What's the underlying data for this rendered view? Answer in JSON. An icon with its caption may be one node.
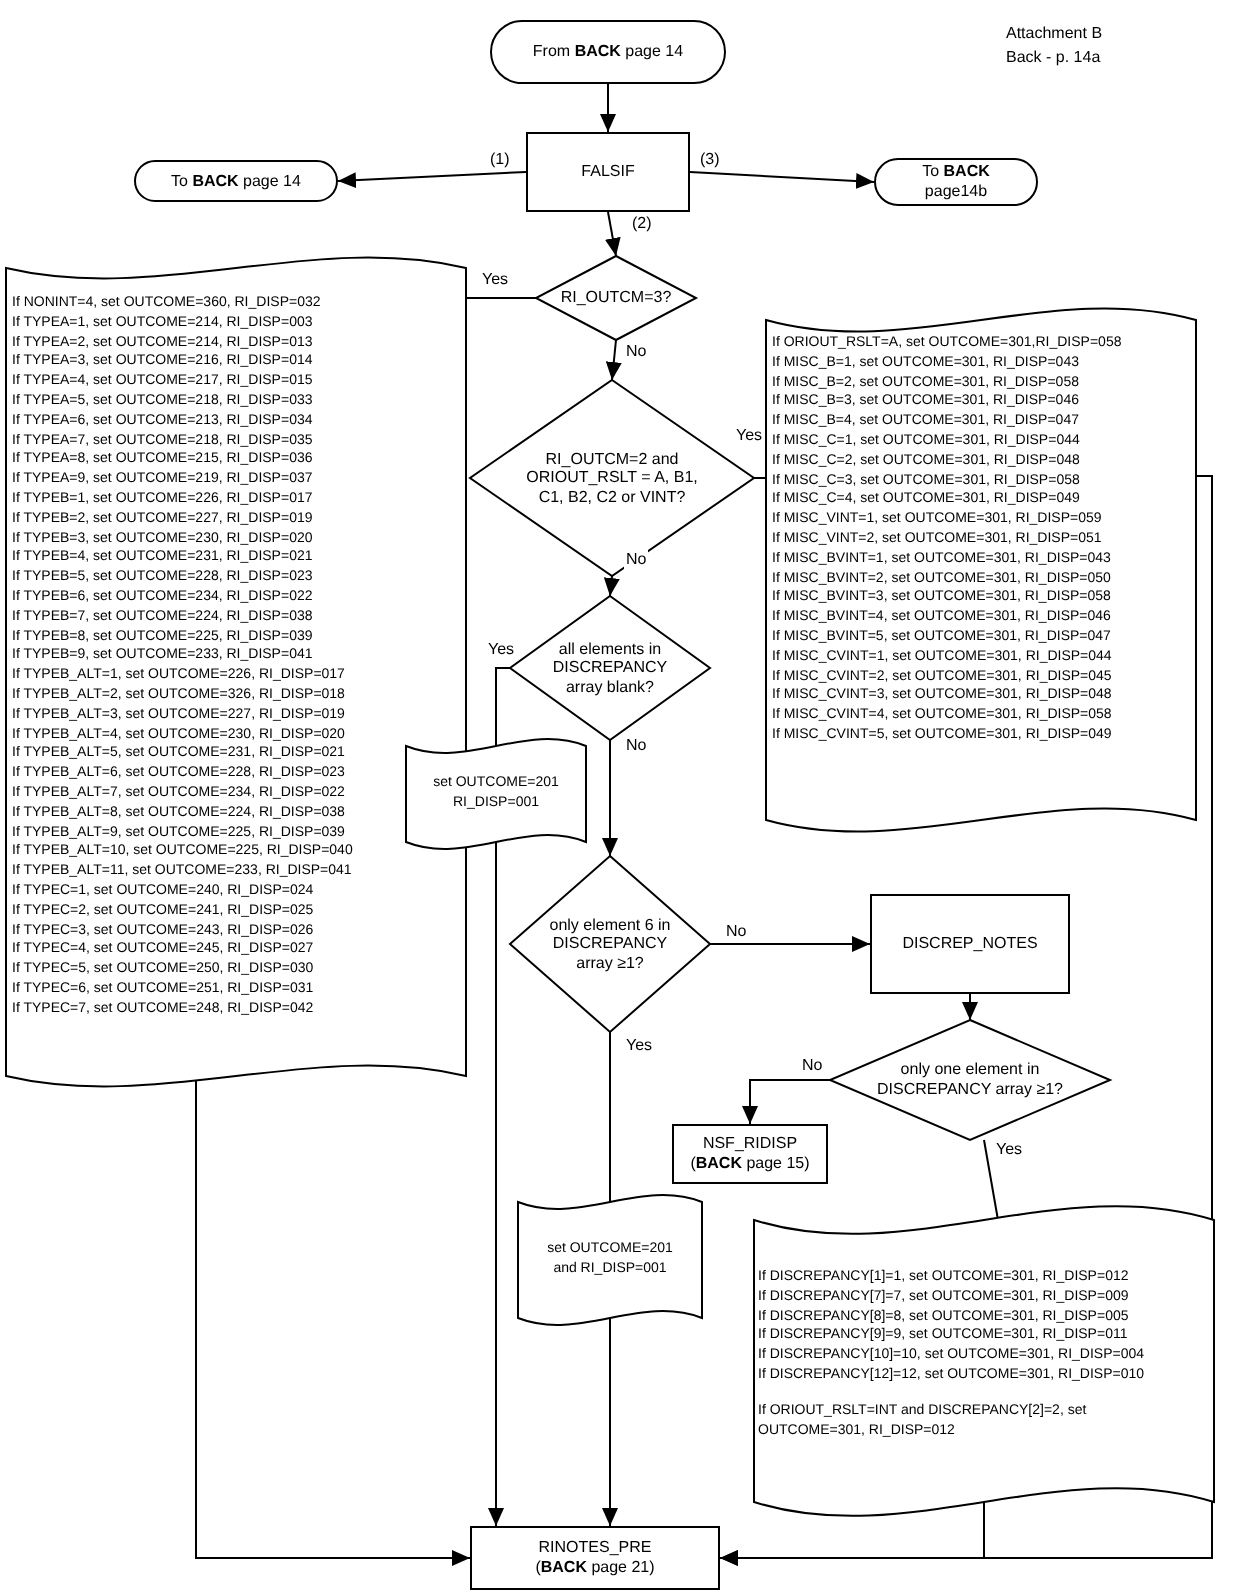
{
  "diagram": {
    "nodes": [
      {
        "text": [
          "From **BACK** page 14"
        ]
      },
      {
        "text": [
          "FALSIF"
        ]
      },
      {
        "text": [
          "To **BACK** page 14"
        ]
      },
      {
        "text": [
          "To **BACK** page14b"
        ]
      },
      {
        "text": [
          "If NONINT=4, set OUTCOME=360, RI_DISP=032",
          "If TYPEA=1, set OUTCOME=214, RI_DISP=003",
          "If TYPEA=2, set OUTCOME=214, RI_DISP=013",
          "If TYPEA=3, set OUTCOME=216, RI_DISP=014",
          "If TYPEA=4, set OUTCOME=217, RI_DISP=015",
          "If TYPEA=5, set OUTCOME=218, RI_DISP=033",
          "If TYPEA=6, set OUTCOME=213, RI_DISP=034",
          "If TYPEA=7, set OUTCOME=218, RI_DISP=035",
          "If TYPEA=8, set OUTCOME=215, RI_DISP=036",
          "If TYPEA=9, set OUTCOME=219, RI_DISP=037",
          "If TYPEB=1, set OUTCOME=226, RI_DISP=017",
          "If TYPEB=2, set OUTCOME=227, RI_DISP=019",
          "If TYPEB=3, set OUTCOME=230, RI_DISP=020",
          "If TYPEB=4, set OUTCOME=231, RI_DISP=021",
          "If TYPEB=5, set OUTCOME=228, RI_DISP=023",
          "If TYPEB=6, set OUTCOME=234, RI_DISP=022",
          "If TYPEB=7, set OUTCOME=224, RI_DISP=038",
          "If TYPEB=8, set OUTCOME=225, RI_DISP=039",
          "If TYPEB=9, set OUTCOME=233, RI_DISP=041",
          "If TYPEB_ALT=1, set OUTCOME=226, RI_DISP=017",
          "If TYPEB_ALT=2, set OUTCOME=326, RI_DISP=018",
          "If TYPEB_ALT=3, set OUTCOME=227, RI_DISP=019",
          "If TYPEB_ALT=4, set OUTCOME=230, RI_DISP=020",
          "If TYPEB_ALT=5, set OUTCOME=231, RI_DISP=021",
          "If TYPEB_ALT=6, set OUTCOME=228, RI_DISP=023",
          "If TYPEB_ALT=7, set OUTCOME=234, RI_DISP=022",
          "If TYPEB_ALT=8, set OUTCOME=224, RI_DISP=038",
          "If TYPEB_ALT=9, set OUTCOME=225, RI_DISP=039",
          "If TYPEB_ALT=10, set OUTCOME=225, RI_DISP=040",
          "If TYPEB_ALT=11, set OUTCOME=233, RI_DISP=041",
          "If TYPEC=1, set OUTCOME=240, RI_DISP=024",
          "If TYPEC=2, set OUTCOME=241, RI_DISP=025",
          "If TYPEC=3, set OUTCOME=243, RI_DISP=026",
          "If TYPEC=4, set OUTCOME=245, RI_DISP=027",
          "If TYPEC=5, set OUTCOME=250, RI_DISP=030",
          "If TYPEC=6, set OUTCOME=251, RI_DISP=031",
          "If TYPEC=7, set OUTCOME=248, RI_DISP=042"
        ]
      },
      {
        "text": [
          "RI_OUTCM=3?"
        ]
      },
      {
        "text": [
          "RI_OUTCM=2 and ORIOUT_RSLT = A, B1, C1, B2, C2 or VINT?"
        ]
      },
      {
        "text": [
          "If ORIOUT_RSLT=A, set OUTCOME=301,RI_DISP=058",
          "If MISC_B=1, set OUTCOME=301, RI_DISP=043",
          "If MISC_B=2, set OUTCOME=301, RI_DISP=058",
          "If MISC_B=3, set OUTCOME=301, RI_DISP=046",
          "If MISC_B=4, set OUTCOME=301, RI_DISP=047",
          "If MISC_C=1, set OUTCOME=301, RI_DISP=044",
          "If MISC_C=2, set OUTCOME=301, RI_DISP=048",
          "If MISC_C=3, set OUTCOME=301, RI_DISP=058",
          "If MISC_C=4, set OUTCOME=301, RI_DISP=049",
          "If MISC_VINT=1, set OUTCOME=301, RI_DISP=059",
          "If MISC_VINT=2, set OUTCOME=301, RI_DISP=051",
          "If MISC_BVINT=1, set OUTCOME=301, RI_DISP=043",
          "If MISC_BVINT=2, set OUTCOME=301, RI_DISP=050",
          "If MISC_BVINT=3, set OUTCOME=301, RI_DISP=058",
          "If MISC_BVINT=4, set OUTCOME=301, RI_DISP=046",
          "If MISC_BVINT=5, set OUTCOME=301, RI_DISP=047",
          "If MISC_CVINT=1, set OUTCOME=301, RI_DISP=044",
          "If MISC_CVINT=2, set OUTCOME=301, RI_DISP=045",
          "If MISC_CVINT=3, set OUTCOME=301, RI_DISP=048",
          "If MISC_CVINT=4, set OUTCOME=301, RI_DISP=058",
          "If MISC_CVINT=5, set OUTCOME=301, RI_DISP=049"
        ]
      },
      {
        "text": [
          "all elements in DISCREPANCY array blank?"
        ]
      },
      {
        "text": [
          "set OUTCOME=201 RI_DISP=001"
        ]
      },
      {
        "text": [
          "only element 6 in DISCREPANCY array ≥1?"
        ]
      },
      {
        "text": [
          "DISCREP_NOTES"
        ]
      },
      {
        "text": [
          "only one element in DISCREPANCY array ≥1?"
        ]
      },
      {
        "text": [
          "NSF_RIDISP",
          "(**BACK** page 15)"
        ]
      },
      {
        "text": [
          "set OUTCOME=201 and RI_DISP=001"
        ]
      },
      {
        "text": [
          "If DISCREPANCY[1]=1, set OUTCOME=301, RI_DISP=012",
          "If DISCREPANCY[7]=7, set OUTCOME=301, RI_DISP=009",
          "If DISCREPANCY[8]=8, set OUTCOME=301, RI_DISP=005",
          "If DISCREPANCY[9]=9, set OUTCOME=301, RI_DISP=011",
          "If DISCREPANCY[10]=10, set OUTCOME=301, RI_DISP=004",
          "If DISCREPANCY[12]=12, set OUTCOME=301, RI_DISP=010",
          "If ORIOUT_RSLT=INT and DISCREPANCY[2]=2, set OUTCOME=301, RI_DISP=012"
        ]
      },
      {
        "text": [
          "RINOTES_PRE",
          "(**BACK** page 21)"
        ]
      }
    ],
    "edges": [
      {
        "from": 0,
        "to": 1,
        "arrow": "to"
      },
      {
        "from": 1,
        "to": 2,
        "arrow": "to",
        "label": "(1)"
      },
      {
        "from": 1,
        "to": 3,
        "arrow": "to",
        "label": "(3)"
      },
      {
        "from": 1,
        "to": 5,
        "arrow": "to",
        "label": "(2)"
      },
      {
        "from": 5,
        "to": 4,
        "arrow": "none",
        "label": "Yes"
      },
      {
        "from": 5,
        "to": 6,
        "arrow": "to",
        "label": "No"
      },
      {
        "from": 6,
        "to": 7,
        "arrow": "none",
        "label": "Yes"
      },
      {
        "from": 6,
        "to": 8,
        "arrow": "to",
        "label": "No"
      },
      {
        "from": 8,
        "to": 9,
        "arrow": "none",
        "label": "Yes"
      },
      {
        "from": 8,
        "to": 10,
        "arrow": "to",
        "label": "No"
      },
      {
        "from": 10,
        "to": 11,
        "arrow": "to",
        "label": "No"
      },
      {
        "from": 11,
        "to": 12,
        "arrow": "to"
      },
      {
        "from": 12,
        "to": 13,
        "arrow": "to",
        "label": "No"
      },
      {
        "from": 12,
        "to": 15,
        "arrow": "none",
        "label": "Yes"
      },
      {
        "from": 10,
        "to": 14,
        "arrow": "none",
        "label": "Yes"
      },
      {
        "from": 14,
        "to": 16,
        "arrow": "to"
      },
      {
        "from": 9,
        "to": 16,
        "arrow": "to"
      },
      {
        "from": 4,
        "to": 16,
        "arrow": "to"
      },
      {
        "from": 15,
        "to": 16,
        "arrow": "to"
      },
      {
        "from": 7,
        "to": 16,
        "arrow": "to"
      }
    ],
    "labels": [
      "Attachment B",
      "Back - p. 14a"
    ]
  }
}
